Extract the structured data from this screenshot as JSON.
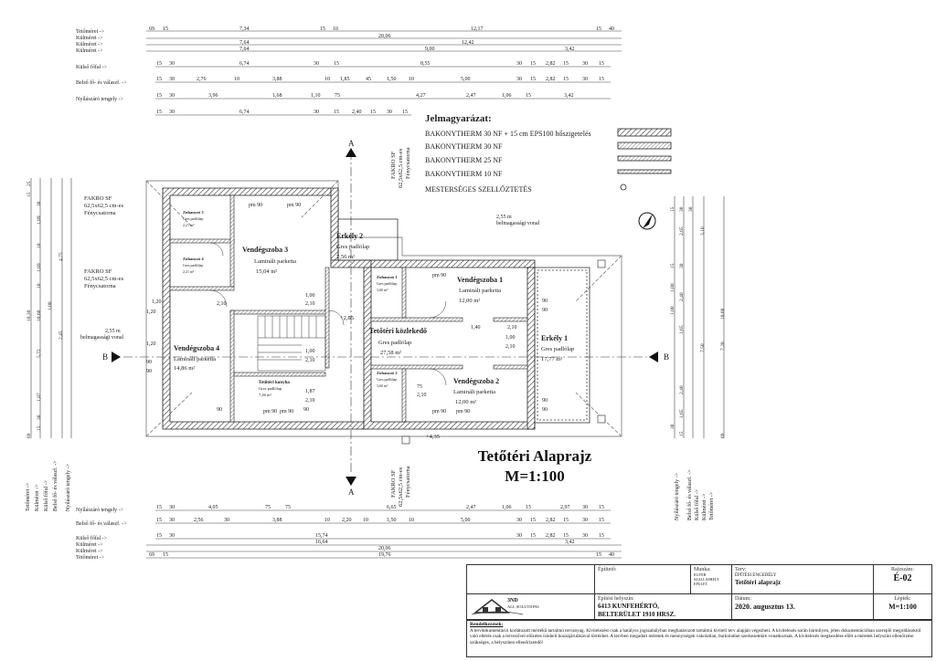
{
  "drawing_title": "Tetőtéri Alaprajz",
  "drawing_scale": "M=1:100",
  "legend": {
    "title": "Jelmagyarázat:",
    "items": [
      "BAKONYTHERM 30 NF + 15 cm EPS100 hőszigetelés",
      "BAKONYTHERM 30 NF",
      "BAKONYTHERM 25 NF",
      "BAKONYTHERM 10 NF",
      "MESTERSÉGES SZELLŐZTETÉS"
    ]
  },
  "dim_row_labels_top": [
    "Tetőméret ->",
    "Külméret ->",
    "Külméret ->",
    "Külméret ->",
    "Külső főfal ->",
    "Belső fő- és válaszf. ->",
    "Nyílászáró tengely ->"
  ],
  "dim_row_labels_bottom": [
    "Nyílászáró tengely ->",
    "Belső fő- és válaszf. ->",
    "Külső főfal ->",
    "Külméret ->",
    "Külméret ->",
    "Tetőméret ->"
  ],
  "left_vertical_labels": [
    "Tetőméret ->",
    "Külméret ->",
    "Külső főfal ->",
    "Belső fő- és válaszf. ->",
    "Nyílászáró tengely ->"
  ],
  "right_vertical_labels": [
    "Nyílászáró tengely ->",
    "Belső fő- és válaszf. ->",
    "Külső főfal ->",
    "Külméret ->",
    "Tetőméret ->"
  ],
  "top_dims": {
    "row1": [
      "69",
      "15",
      "7,34",
      "15",
      "10",
      "12,17",
      "15",
      "40"
    ],
    "row2": [
      "20,06"
    ],
    "row3": [
      "7,64",
      "12,42"
    ],
    "row4": [
      "7,64",
      "9,00",
      "3,42"
    ],
    "row5": [
      "15",
      "30",
      "6,74",
      "30",
      "15",
      "8,55",
      "30",
      "15",
      "2,82",
      "15",
      "30",
      "15"
    ],
    "row6": [
      "15",
      "30",
      "2,76",
      "10",
      "3,88",
      "10",
      "1,85",
      "45",
      "1,50",
      "10",
      "5,00",
      "30",
      "15",
      "2,82",
      "15",
      "30",
      "15"
    ],
    "row7": [
      "15",
      "30",
      "3,96",
      "1,68",
      "1,10",
      "75",
      "4,27",
      "2,47",
      "1,06",
      "15",
      "3,42"
    ],
    "row8": [
      "15",
      "30",
      "6,74",
      "30",
      "15",
      "2,40",
      "15",
      "30",
      "15"
    ]
  },
  "bottom_dims": {
    "row1": [
      "15",
      "30",
      "4,05",
      "75",
      "75",
      "6,65",
      "2,47",
      "1,06",
      "15",
      "2,97",
      "30",
      "15"
    ],
    "row2": [
      "15",
      "30",
      "2,56",
      "30",
      "3,88",
      "10",
      "2,20",
      "10",
      "1,50",
      "10",
      "5,00",
      "30",
      "15",
      "2,82",
      "15",
      "30",
      "15"
    ],
    "row3": [
      "15",
      "30",
      "15,74",
      "30",
      "15",
      "2,82",
      "15",
      "30",
      "15"
    ],
    "row4": [
      "16,64",
      "3,42"
    ],
    "row5": [
      "20,06"
    ],
    "row6": [
      "69",
      "15",
      "19,76",
      "15",
      "40"
    ]
  },
  "rooms": [
    {
      "name": "Vendégszoba 3",
      "floor": "Laminált parketta",
      "area": "15,04 m²"
    },
    {
      "name": "Erkély 2",
      "floor": "Gres padlólap",
      "area": "7,56 m²"
    },
    {
      "name": "Vendégszoba 1",
      "floor": "Laminált parketta",
      "area": "12,00 m²"
    },
    {
      "name": "Tetőtéri közlekedő",
      "floor": "Gres padlólap",
      "area": "27,58 m²"
    },
    {
      "name": "Erkély 1",
      "floor": "Gres padlólap",
      "area": "17,77 m²"
    },
    {
      "name": "Vendégszoba 4",
      "floor": "Laminált parketta",
      "area": "14,86 m²"
    },
    {
      "name": "Vendégszoba 2",
      "floor": "Laminált parketta",
      "area": "12,00 m²"
    },
    {
      "name": "Tetőtéri konyha",
      "floor": "Gres padlólap",
      "area": "7,46 m²"
    },
    {
      "name": "Zuhanyzó 3",
      "floor": "Gres padlólap",
      "area": "2,21 m²"
    },
    {
      "name": "Zuhanyzó 4",
      "floor": "Gres padlólap",
      "area": "2,21 m²"
    },
    {
      "name": "Zuhanyzó 1",
      "floor": "Gres padlólap",
      "area": "3,60 m²"
    },
    {
      "name": "Zuhanyzó 2",
      "floor": "Gres padlólap",
      "area": "3,60 m²"
    }
  ],
  "annotations": {
    "fakro_1": [
      "FAKRO SF",
      "62,5x62,5 cm-es",
      "Fénycsatorna"
    ],
    "fakro_2": [
      "FAKRO SF",
      "62,5x62,5 cm-es",
      "Fénycsatorna"
    ],
    "fakro_top": [
      "FAKRO SF",
      "62,5x62,5 cm-es",
      "Fénycsatorna"
    ],
    "fakro_bottom": [
      "FAKRO SF",
      "62,5x62,5 cm-es",
      "Fénycsatorna"
    ],
    "belmag_1": [
      "2,55 m",
      "belmagassági vonal"
    ],
    "belmag_2": [
      "2,55 m",
      "belmagassági vonal"
    ],
    "level_1": "+2,85",
    "level_2": "+4,35",
    "section_a": "A",
    "section_b": "B",
    "door_labels": [
      "1,00",
      "2,10",
      "1,20",
      "2,10",
      "1,00",
      "2,10",
      "1,40",
      "2,10",
      "1,00",
      "2,10",
      "1,87",
      "2,10",
      "75",
      "2,10"
    ],
    "pm_labels": [
      "pm 90",
      "pm 90",
      "pm 90",
      "pm 90",
      "pm 90",
      "pm 90",
      "pm 90"
    ],
    "misc": [
      "90",
      "90",
      "90",
      "90",
      "90",
      "90",
      "1,20",
      "1,20",
      "90",
      "90"
    ]
  },
  "left_dims_vertical": [
    "15",
    "25",
    "30",
    "1,89",
    "10",
    "4,75",
    "1,89",
    "10",
    "10,30",
    "10,60",
    "1,00",
    "5,72",
    "2,45",
    "1,87",
    "30",
    "15",
    "69"
  ],
  "right_dims_vertical": [
    "15",
    "30",
    "2,65",
    "30",
    "3,10",
    "15",
    "30",
    "1,00",
    "2,40",
    "1,00",
    "10,60",
    "1,65",
    "7,50",
    "7,20",
    "2,40",
    "1,65",
    "30",
    "15",
    "69"
  ],
  "title_block": {
    "client_label": "Építtető:",
    "client_value": "",
    "work_label": "Munka:",
    "work_value": [
      "EGYEB",
      "SZALLASHELY",
      "EPULET"
    ],
    "plan_label": "Terv:",
    "plan_value": "ÉPÍTÉSI ENGEDÉLY",
    "plan_subtitle": "Tetőtéri alaprajz",
    "drawing_no_label": "Rajzszám:",
    "drawing_no_value": "É-02",
    "location_label": "Építési helyszín:",
    "location_value_1": "6413 KUNFEHÉRTÓ,",
    "location_value_2": "BELTERÜLET 1910 HRSZ.",
    "date_label": "Dátum:",
    "date_value": "2020. augusztus 13.",
    "scale_label": "Lépték:",
    "scale_value": "M=1:100",
    "logo_text": [
      "3ND",
      "ALL SOLUTIONS"
    ],
    "notes_title": "Rendelkezések:",
    "notes_text": "A tervdokumentáció korlátozott mértékű tartalmú tervanyag. Kivitelezést csak a hatályos jogszabályban meghatározott tartalmú kiviteli terv alapján végezheti. A kivitelezés során bármilyen, jelen dokumentációban szereplő megoldásoktól való eltérés csak a tervezővel előzetes írásbeli hozzájárulásával történhet. A tervben megadott méretek és mennyiségek vakolatlan, burkolatlan szerkezetekre vonatkoznak. A kivitelezés megkezdése előtt a méretek helyszíni ellenőrzése szükséges, a helyszínen ellenőrizendő!"
  }
}
